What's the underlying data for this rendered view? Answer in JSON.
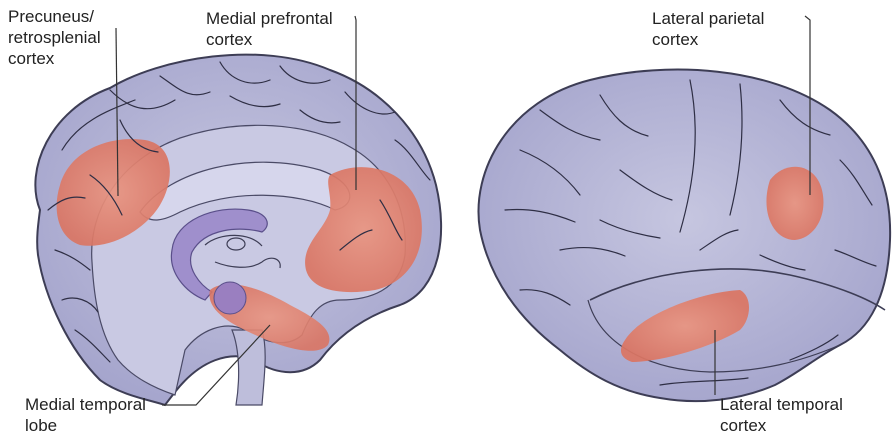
{
  "labels": {
    "precuneus": {
      "lines": [
        "Precuneus/",
        "retrosplenial",
        "cortex"
      ]
    },
    "medial_prefrontal": {
      "lines": [
        "Medial prefrontal",
        "cortex"
      ]
    },
    "lateral_parietal": {
      "lines": [
        "Lateral parietal",
        "cortex"
      ]
    },
    "medial_temporal": {
      "lines": [
        "Medial temporal",
        "lobe"
      ]
    },
    "lateral_temporal": {
      "lines": [
        "Lateral temporal",
        "cortex"
      ]
    }
  },
  "colors": {
    "cortex_fill": "#adadd1",
    "cortex_outline": "#3d3d55",
    "inner_fill": "#cbcbe4",
    "highlight": "#e0826f",
    "limbic": "#9f8fcc",
    "leader_line": "#333333"
  }
}
